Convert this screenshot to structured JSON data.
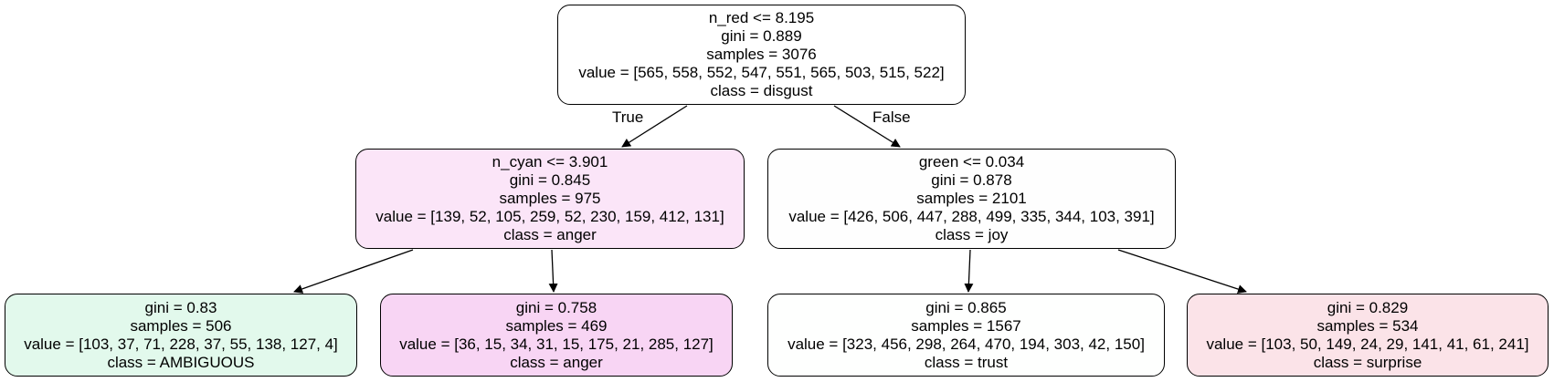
{
  "tree": {
    "root": {
      "lines": [
        "n_red <= 8.195",
        "gini = 0.889",
        "samples = 3076",
        "value = [565, 558, 552, 547, 551, 565, 503, 515, 522]",
        "class = disgust"
      ],
      "fill": "#ffffff"
    },
    "left": {
      "lines": [
        "n_cyan <= 3.901",
        "gini = 0.845",
        "samples = 975",
        "value = [139, 52, 105, 259, 52, 230, 159, 412, 131]",
        "class = anger"
      ],
      "fill": "#fbe5f8"
    },
    "right": {
      "lines": [
        "green <= 0.034",
        "gini = 0.878",
        "samples = 2101",
        "value = [426, 506, 447, 288, 499, 335, 344, 103, 391]",
        "class = joy"
      ],
      "fill": "#fefefe"
    },
    "leaf_1": {
      "lines": [
        "gini = 0.83",
        "samples = 506",
        "value = [103, 37, 71, 228, 37, 55, 138, 127, 4]",
        "class = AMBIGUOUS"
      ],
      "fill": "#e2f9ec"
    },
    "leaf_2": {
      "lines": [
        "gini = 0.758",
        "samples = 469",
        "value = [36, 15, 34, 31, 15, 175, 21, 285, 127]",
        "class = anger"
      ],
      "fill": "#f8d5f4"
    },
    "leaf_3": {
      "lines": [
        "gini = 0.865",
        "samples = 1567",
        "value = [323, 456, 298, 264, 470, 194, 303, 42, 150]",
        "class = trust"
      ],
      "fill": "#fefffe"
    },
    "leaf_4": {
      "lines": [
        "gini = 0.829",
        "samples = 534",
        "value = [103, 50, 149, 24, 29, 141, 41, 61, 241]",
        "class = surprise"
      ],
      "fill": "#fbe3e8"
    }
  },
  "edge_labels": {
    "true_label": "True",
    "false_label": "False"
  }
}
